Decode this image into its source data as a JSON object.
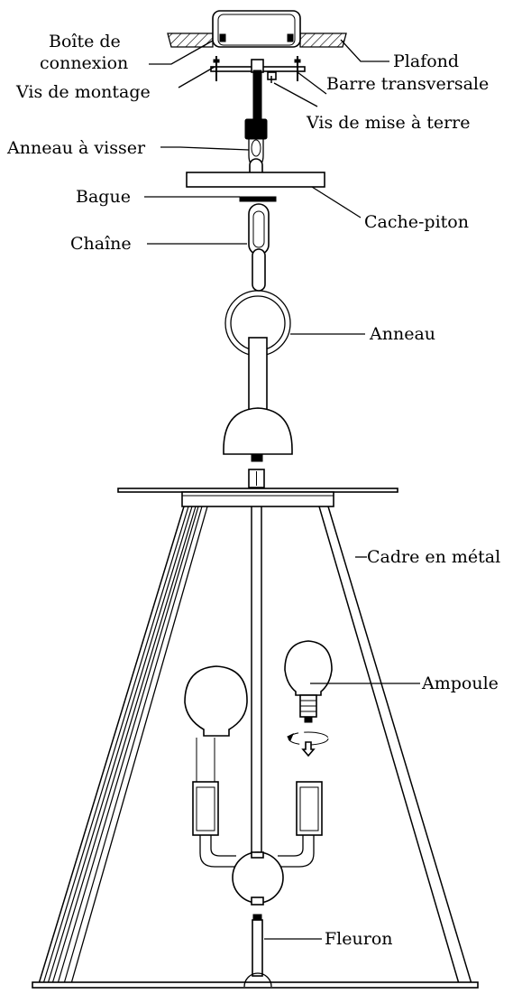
{
  "labels": {
    "junction_box_line1": "Boîte de",
    "junction_box_line2": "connexion",
    "ceiling": "Plafond",
    "mounting_screw": "Vis de montage",
    "crossbar": "Barre transversale",
    "ground_screw": "Vis de mise à terre",
    "screw_ring": "Anneau à visser",
    "canopy": "Cache-piton",
    "ring_washer": "Bague",
    "chain": "Chaîne",
    "ring": "Anneau",
    "metal_frame": "Cadre en métal",
    "bulb": "Ampoule",
    "finial": "Fleuron"
  }
}
